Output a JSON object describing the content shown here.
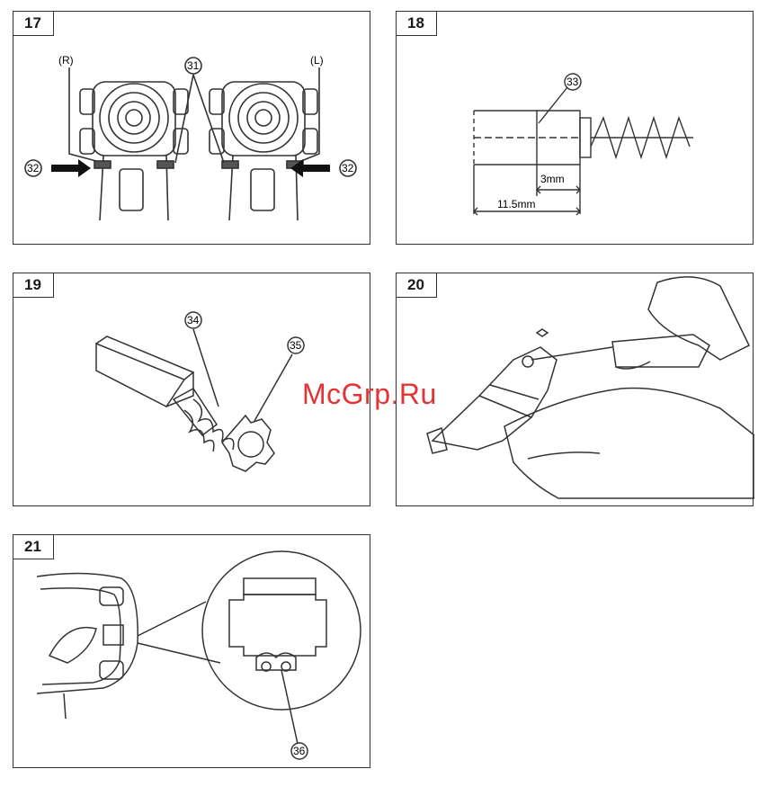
{
  "panels": {
    "p17": {
      "number": "17",
      "label_r": "(R)",
      "label_l": "(L)",
      "callout_a": "31",
      "callout_b": "32",
      "callout_c": "32"
    },
    "p18": {
      "number": "18",
      "callout": "33",
      "dim_small": "3mm",
      "dim_large": "11.5mm"
    },
    "p19": {
      "number": "19",
      "callout_a": "34",
      "callout_b": "35"
    },
    "p20": {
      "number": "20"
    },
    "p21": {
      "number": "21",
      "callout": "36"
    }
  },
  "watermark": "McGrp.Ru",
  "colors": {
    "line": "#333333",
    "watermark": "#e23434"
  }
}
